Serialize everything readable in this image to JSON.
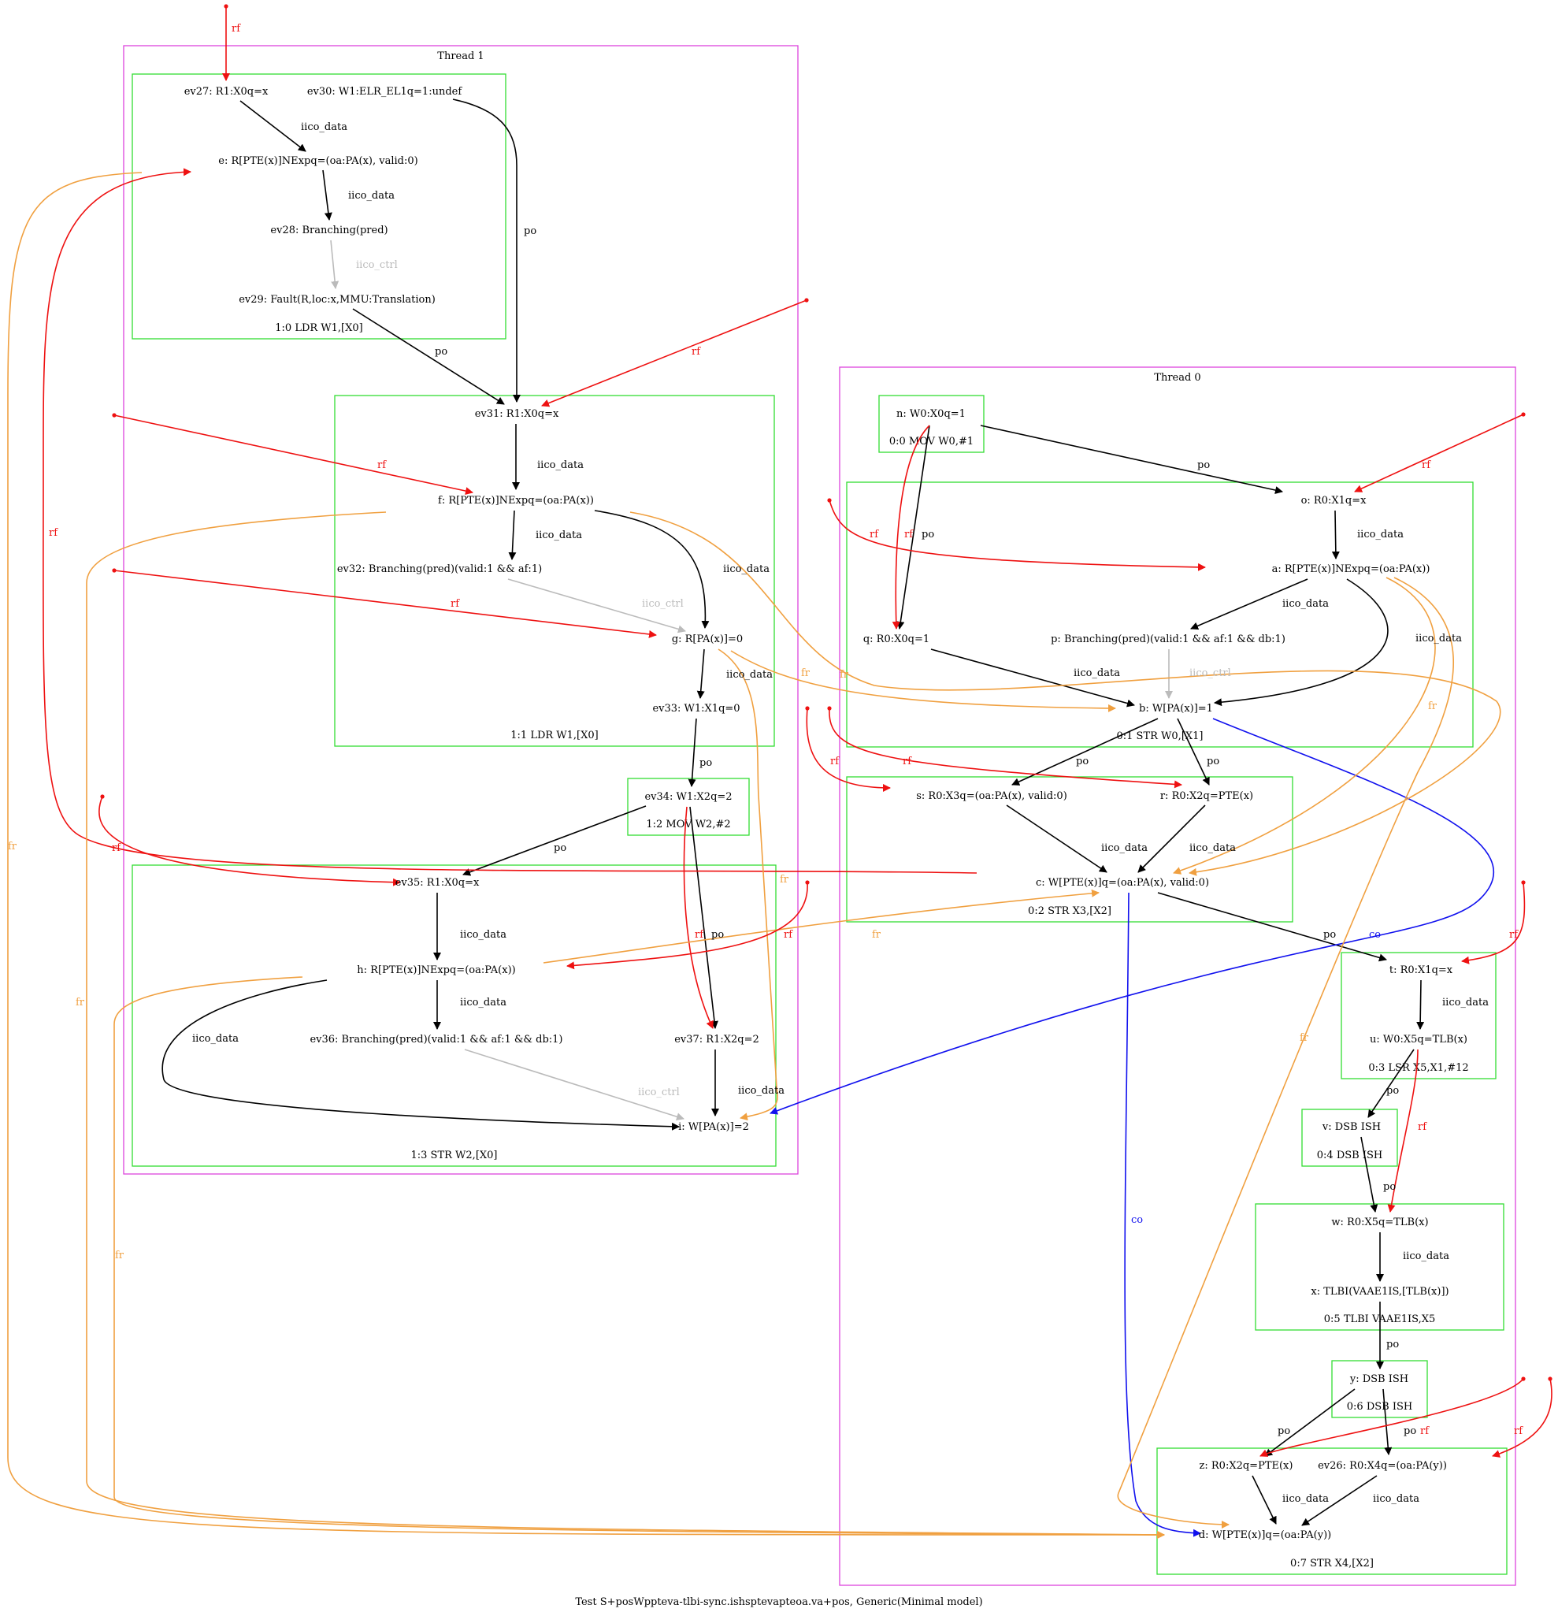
{
  "caption": "Test S+posWppteva-tlbi-sync.ishsptevapteoa.va+pos, Generic(Minimal model)",
  "colors": {
    "thread_border": "#dd44dd",
    "instruction_border": "#33dd33",
    "po": "#000000",
    "iico_data": "#000000",
    "iico_ctrl": "#bbbbbb",
    "rf": "#ee1111",
    "fr": "#f0a040",
    "co": "#1111ee"
  },
  "threads": [
    {
      "id": "t1",
      "label": "Thread 1"
    },
    {
      "id": "t0",
      "label": "Thread 0"
    }
  ],
  "instructions": [
    {
      "id": "i10",
      "label": "1:0 LDR W1,[X0]"
    },
    {
      "id": "i11",
      "label": "1:1 LDR W1,[X0]"
    },
    {
      "id": "i12",
      "label": "1:2 MOV W2,#2"
    },
    {
      "id": "i13",
      "label": "1:3 STR W2,[X0]"
    },
    {
      "id": "i00",
      "label": "0:0 MOV W0,#1"
    },
    {
      "id": "i01",
      "label": "0:1 STR W0,[X1]"
    },
    {
      "id": "i02",
      "label": "0:2 STR X3,[X2]"
    },
    {
      "id": "i03",
      "label": "0:3 LSR X5,X1,#12"
    },
    {
      "id": "i04",
      "label": "0:4 DSB ISH"
    },
    {
      "id": "i05",
      "label": "0:5 TLBI VAAE1IS,X5"
    },
    {
      "id": "i06",
      "label": "0:6 DSB ISH"
    },
    {
      "id": "i07",
      "label": "0:7 STR X4,[X2]"
    }
  ],
  "events": [
    {
      "id": "ev27",
      "label": "ev27: R1:X0q=x"
    },
    {
      "id": "ev30",
      "label": "ev30: W1:ELR_EL1q=1:undef"
    },
    {
      "id": "e",
      "label": "e: R[PTE(x)]NExpq=(oa:PA(x), valid:0)"
    },
    {
      "id": "ev28",
      "label": "ev28: Branching(pred)"
    },
    {
      "id": "ev29",
      "label": "ev29: Fault(R,loc:x,MMU:Translation)"
    },
    {
      "id": "ev31",
      "label": "ev31: R1:X0q=x"
    },
    {
      "id": "f",
      "label": "f: R[PTE(x)]NExpq=(oa:PA(x))"
    },
    {
      "id": "ev32",
      "label": "ev32: Branching(pred)(valid:1 && af:1)"
    },
    {
      "id": "g",
      "label": "g: R[PA(x)]=0"
    },
    {
      "id": "ev33",
      "label": "ev33: W1:X1q=0"
    },
    {
      "id": "ev34",
      "label": "ev34: W1:X2q=2"
    },
    {
      "id": "ev35",
      "label": "ev35: R1:X0q=x"
    },
    {
      "id": "h",
      "label": "h: R[PTE(x)]NExpq=(oa:PA(x))"
    },
    {
      "id": "ev36",
      "label": "ev36: Branching(pred)(valid:1 && af:1 && db:1)"
    },
    {
      "id": "ev37",
      "label": "ev37: R1:X2q=2"
    },
    {
      "id": "i",
      "label": "i: W[PA(x)]=2"
    },
    {
      "id": "n",
      "label": "n: W0:X0q=1"
    },
    {
      "id": "o",
      "label": "o: R0:X1q=x"
    },
    {
      "id": "a",
      "label": "a: R[PTE(x)]NExpq=(oa:PA(x))"
    },
    {
      "id": "q",
      "label": "q: R0:X0q=1"
    },
    {
      "id": "p",
      "label": "p: Branching(pred)(valid:1 && af:1 && db:1)"
    },
    {
      "id": "b",
      "label": "b: W[PA(x)]=1"
    },
    {
      "id": "s",
      "label": "s: R0:X3q=(oa:PA(x), valid:0)"
    },
    {
      "id": "r",
      "label": "r: R0:X2q=PTE(x)"
    },
    {
      "id": "c",
      "label": "c: W[PTE(x)]q=(oa:PA(x), valid:0)"
    },
    {
      "id": "t",
      "label": "t: R0:X1q=x"
    },
    {
      "id": "u",
      "label": "u: W0:X5q=TLB(x)"
    },
    {
      "id": "v",
      "label": "v: DSB ISH"
    },
    {
      "id": "w",
      "label": "w: R0:X5q=TLB(x)"
    },
    {
      "id": "x",
      "label": "x: TLBI(VAAE1IS,[TLB(x)])"
    },
    {
      "id": "y",
      "label": "y: DSB ISH"
    },
    {
      "id": "z",
      "label": "z: R0:X2q=PTE(x)"
    },
    {
      "id": "ev26",
      "label": "ev26: R0:X4q=(oa:PA(y))"
    },
    {
      "id": "d",
      "label": "d: W[PTE(x)]q=(oa:PA(y))"
    }
  ],
  "edges": [
    {
      "type": "iico_data",
      "label": "iico_data",
      "from": "ev27",
      "to": "e"
    },
    {
      "type": "iico_data",
      "label": "iico_data",
      "from": "e",
      "to": "ev28"
    },
    {
      "type": "iico_ctrl",
      "label": "iico_ctrl",
      "from": "ev28",
      "to": "ev29"
    },
    {
      "type": "po",
      "label": "po",
      "from": "ev30",
      "to": "ev31"
    },
    {
      "type": "po",
      "label": "po",
      "from": "ev29",
      "to": "ev31"
    },
    {
      "type": "iico_data",
      "label": "iico_data",
      "from": "ev31",
      "to": "f"
    },
    {
      "type": "iico_data",
      "label": "iico_data",
      "from": "f",
      "to": "ev32"
    },
    {
      "type": "iico_data",
      "label": "iico_data",
      "from": "f",
      "to": "g"
    },
    {
      "type": "iico_ctrl",
      "label": "iico_ctrl",
      "from": "ev32",
      "to": "g"
    },
    {
      "type": "iico_data",
      "label": "iico_data",
      "from": "g",
      "to": "ev33"
    },
    {
      "type": "po",
      "label": "po",
      "from": "ev33",
      "to": "ev34"
    },
    {
      "type": "po",
      "label": "po",
      "from": "ev34",
      "to": "ev35"
    },
    {
      "type": "po",
      "label": "po",
      "from": "ev34",
      "to": "ev37"
    },
    {
      "type": "rf",
      "label": "rf",
      "from": "ev34",
      "to": "ev37"
    },
    {
      "type": "iico_data",
      "label": "iico_data",
      "from": "ev35",
      "to": "h"
    },
    {
      "type": "iico_data",
      "label": "iico_data",
      "from": "h",
      "to": "ev36"
    },
    {
      "type": "iico_data",
      "label": "iico_data",
      "from": "h",
      "to": "i"
    },
    {
      "type": "iico_ctrl",
      "label": "iico_ctrl",
      "from": "ev36",
      "to": "i"
    },
    {
      "type": "iico_data",
      "label": "iico_data",
      "from": "ev37",
      "to": "i"
    },
    {
      "type": "po",
      "label": "po",
      "from": "n",
      "to": "o"
    },
    {
      "type": "po",
      "label": "po",
      "from": "n",
      "to": "q"
    },
    {
      "type": "rf",
      "label": "rf",
      "from": "n",
      "to": "q"
    },
    {
      "type": "iico_data",
      "label": "iico_data",
      "from": "o",
      "to": "a"
    },
    {
      "type": "iico_data",
      "label": "iico_data",
      "from": "a",
      "to": "p"
    },
    {
      "type": "iico_data",
      "label": "iico_data",
      "from": "a",
      "to": "b"
    },
    {
      "type": "iico_ctrl",
      "label": "iico_ctrl",
      "from": "p",
      "to": "b"
    },
    {
      "type": "iico_data",
      "label": "iico_data",
      "from": "q",
      "to": "b"
    },
    {
      "type": "po",
      "label": "po",
      "from": "b",
      "to": "s"
    },
    {
      "type": "po",
      "label": "po",
      "from": "b",
      "to": "r"
    },
    {
      "type": "iico_data",
      "label": "iico_data",
      "from": "s",
      "to": "c"
    },
    {
      "type": "iico_data",
      "label": "iico_data",
      "from": "r",
      "to": "c"
    },
    {
      "type": "po",
      "label": "po",
      "from": "c",
      "to": "t"
    },
    {
      "type": "iico_data",
      "label": "iico_data",
      "from": "t",
      "to": "u"
    },
    {
      "type": "po",
      "label": "po",
      "from": "u",
      "to": "v"
    },
    {
      "type": "rf",
      "label": "rf",
      "from": "u",
      "to": "w"
    },
    {
      "type": "po",
      "label": "po",
      "from": "v",
      "to": "w"
    },
    {
      "type": "iico_data",
      "label": "iico_data",
      "from": "w",
      "to": "x"
    },
    {
      "type": "po",
      "label": "po",
      "from": "x",
      "to": "y"
    },
    {
      "type": "po",
      "label": "po",
      "from": "y",
      "to": "z"
    },
    {
      "type": "po",
      "label": "po",
      "from": "y",
      "to": "ev26"
    },
    {
      "type": "iico_data",
      "label": "iico_data",
      "from": "z",
      "to": "d"
    },
    {
      "type": "iico_data",
      "label": "iico_data",
      "from": "ev26",
      "to": "d"
    },
    {
      "type": "co",
      "label": "co",
      "from": "b",
      "to": "i"
    },
    {
      "type": "co",
      "label": "co",
      "from": "c",
      "to": "d"
    },
    {
      "type": "rf",
      "label": "rf",
      "from": "c",
      "to": "e"
    },
    {
      "type": "fr",
      "label": "fr",
      "from": "e",
      "to": "d"
    },
    {
      "type": "fr",
      "label": "fr",
      "from": "f",
      "to": "c"
    },
    {
      "type": "fr",
      "label": "fr",
      "from": "f",
      "to": "d"
    },
    {
      "type": "fr",
      "label": "fr",
      "from": "g",
      "to": "b"
    },
    {
      "type": "fr",
      "label": "fr",
      "from": "g",
      "to": "i"
    },
    {
      "type": "fr",
      "label": "fr",
      "from": "h",
      "to": "c"
    },
    {
      "type": "fr",
      "label": "fr",
      "from": "h",
      "to": "d"
    },
    {
      "type": "fr",
      "label": "fr",
      "from": "a",
      "to": "c"
    },
    {
      "type": "fr",
      "label": "fr",
      "from": "a",
      "to": "d"
    },
    {
      "type": "rf",
      "label": "rf",
      "from": "init",
      "to": "ev27"
    },
    {
      "type": "rf",
      "label": "rf",
      "from": "init",
      "to": "ev31"
    },
    {
      "type": "rf",
      "label": "rf",
      "from": "init",
      "to": "f"
    },
    {
      "type": "rf",
      "label": "rf",
      "from": "init",
      "to": "g"
    },
    {
      "type": "rf",
      "label": "rf",
      "from": "init",
      "to": "ev35"
    },
    {
      "type": "rf",
      "label": "rf",
      "from": "init",
      "to": "h"
    },
    {
      "type": "rf",
      "label": "rf",
      "from": "init",
      "to": "o"
    },
    {
      "type": "rf",
      "label": "rf",
      "from": "init",
      "to": "a"
    },
    {
      "type": "rf",
      "label": "rf",
      "from": "init",
      "to": "s"
    },
    {
      "type": "rf",
      "label": "rf",
      "from": "init",
      "to": "r"
    },
    {
      "type": "rf",
      "label": "rf",
      "from": "init",
      "to": "t"
    },
    {
      "type": "rf",
      "label": "rf",
      "from": "init",
      "to": "z"
    },
    {
      "type": "rf",
      "label": "rf",
      "from": "init",
      "to": "ev26"
    }
  ]
}
